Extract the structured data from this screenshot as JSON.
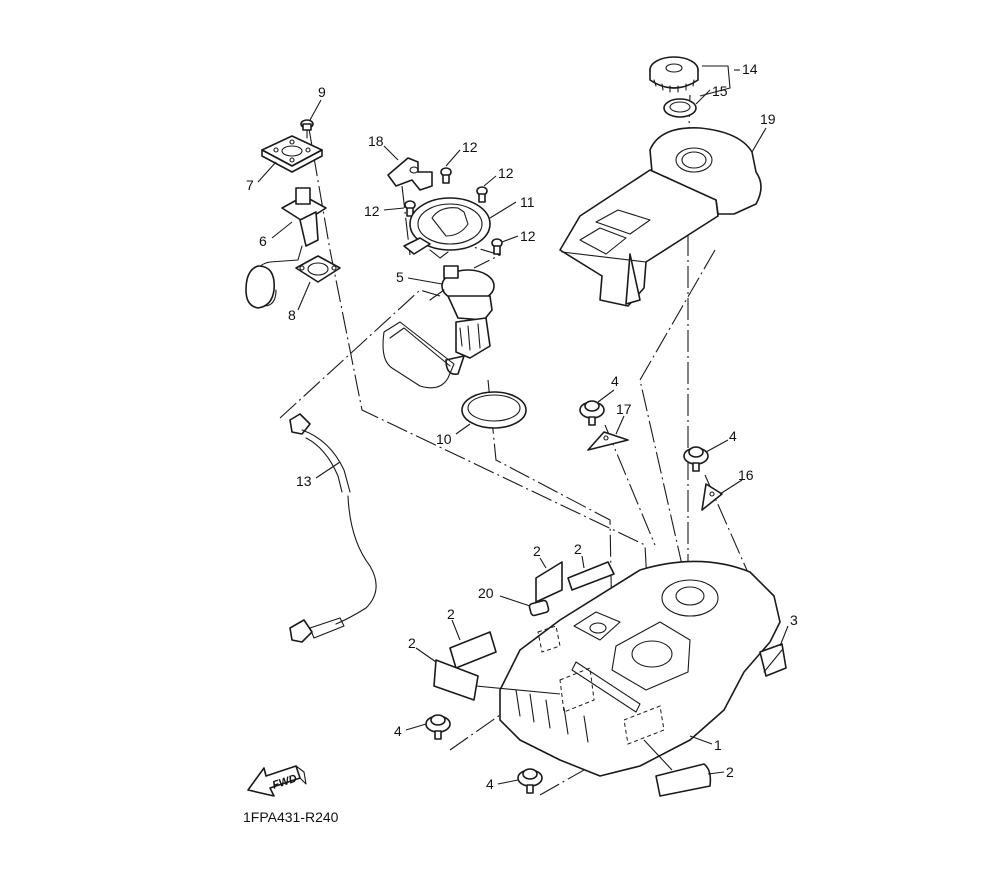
{
  "diagram": {
    "title": "Fuel tank exploded parts view",
    "reference_code": "1FPA431-R240",
    "direction_indicator": "FWD",
    "colors": {
      "line": "#1a1a1a",
      "background": "#ffffff",
      "shade": "#d9d9d9"
    }
  },
  "callouts": [
    {
      "id": "c9",
      "number": "9",
      "part": "screw"
    },
    {
      "id": "c7",
      "number": "7",
      "part": "fuel sender cover plate"
    },
    {
      "id": "c6",
      "number": "6",
      "part": "fuel sender unit"
    },
    {
      "id": "c8",
      "number": "8",
      "part": "sender gasket"
    },
    {
      "id": "c18",
      "number": "18",
      "part": "bracket"
    },
    {
      "id": "c12a",
      "number": "12",
      "part": "bolt"
    },
    {
      "id": "c12b",
      "number": "12",
      "part": "bolt"
    },
    {
      "id": "c12c",
      "number": "12",
      "part": "bolt"
    },
    {
      "id": "c12d",
      "number": "12",
      "part": "bolt"
    },
    {
      "id": "c11",
      "number": "11",
      "part": "pump retaining plate"
    },
    {
      "id": "c5",
      "number": "5",
      "part": "fuel pump assembly"
    },
    {
      "id": "c10",
      "number": "10",
      "part": "pump gasket"
    },
    {
      "id": "c13",
      "number": "13",
      "part": "fuel hose"
    },
    {
      "id": "c14",
      "number": "14",
      "part": "fuel cap"
    },
    {
      "id": "c15",
      "number": "15",
      "part": "cap gasket"
    },
    {
      "id": "c19",
      "number": "19",
      "part": "tank cover"
    },
    {
      "id": "c4a",
      "number": "4",
      "part": "bolt"
    },
    {
      "id": "c17",
      "number": "17",
      "part": "stay"
    },
    {
      "id": "c4b",
      "number": "4",
      "part": "bolt"
    },
    {
      "id": "c16",
      "number": "16",
      "part": "stay"
    },
    {
      "id": "c2a",
      "number": "2",
      "part": "label"
    },
    {
      "id": "c2b",
      "number": "2",
      "part": "label"
    },
    {
      "id": "c20",
      "number": "20",
      "part": "seal"
    },
    {
      "id": "c2c",
      "number": "2",
      "part": "label"
    },
    {
      "id": "c2d",
      "number": "2",
      "part": "label"
    },
    {
      "id": "c3",
      "number": "3",
      "part": "damper"
    },
    {
      "id": "c1",
      "number": "1",
      "part": "fuel tank"
    },
    {
      "id": "c4c",
      "number": "4",
      "part": "bolt"
    },
    {
      "id": "c4d",
      "number": "4",
      "part": "bolt"
    },
    {
      "id": "c2e",
      "number": "2",
      "part": "label"
    }
  ]
}
